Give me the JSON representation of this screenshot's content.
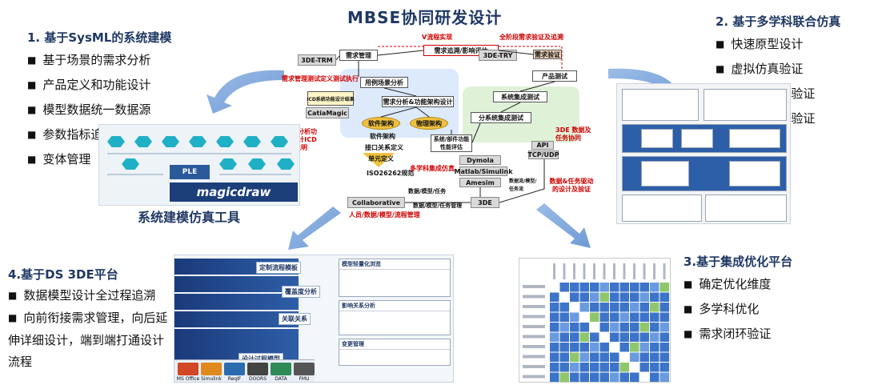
{
  "main_title": "MBSE协同研发设计",
  "section1": {
    "title": "1. 基于SysML的系统建模",
    "items": [
      "基于场景的需求分析",
      "产品定义和功能设计",
      "模型数据统一数据源",
      "参数指标追溯",
      "变体管理"
    ],
    "tool_caption": "系统建模仿真工具",
    "ple_label": "PLE",
    "magicdraw_label": "magicdraw"
  },
  "section2": {
    "title": "2. 基于多学科联合仿真",
    "items": [
      "快速原型设计",
      "虚拟仿真验证",
      "接口一致性验证",
      "形式化需求验证"
    ]
  },
  "section3": {
    "title": "3.基于集成优化平台",
    "items": [
      "确定优化维度",
      "多学科优化",
      "需求闭环验证"
    ]
  },
  "section4": {
    "title": "4.基于DS 3DE平台",
    "items": [
      "数据模型设计全过程追溯",
      "向前衔接需求管理，向后延伸详细设计，端到端打通设计流程"
    ],
    "labels": [
      "定制流程模板",
      "覆盖度分析",
      "关联关系",
      "设计过程模型"
    ],
    "shots": [
      "模型轻量化浏览",
      "影响关系分析",
      "变更管理"
    ],
    "tools": [
      "MS Office",
      "Simulink",
      "ReqIF",
      "DOORS",
      "DATA Magic",
      "FMU"
    ]
  },
  "diagram": {
    "v_flow": "V流程实现",
    "full_stage": "全阶段需求验证及追溯",
    "trace_eval": "需求追溯/影响评估",
    "req_mgmt": "需求管理",
    "trm": "3DE-TRM",
    "try": "3DE-TRY",
    "req_verify": "需求验证",
    "product_test": "产品测试",
    "use_case": "用例场景分析",
    "req_arch": "需求分析&功能架构设计",
    "sys_test": "系统集成测试",
    "subsys_test": "分系统集成测试",
    "sw_arch": "软件架构",
    "hw_arch": "物理架构",
    "sys_eval": "系统/部件功能性能评估",
    "req_note": "需求管理测试定义测试执行",
    "icd_note": "ICD系统功能设计结果",
    "catia": "CatiaMagic",
    "req_analysis": "需求分析功能设计ICD说明",
    "sw_arch2": "软件架构",
    "sw_lib": "接口关系定义",
    "unit": "单元定义",
    "iso": "ISO26262规范",
    "multi_sim": "多学科集成仿真",
    "dymola": "Dymola",
    "matlab": "Matlab/Simulink",
    "amesim": "Amesim",
    "api": "API",
    "tcp": "TCP/UDP",
    "de3_data": "3DE 数据及任务协同",
    "data_task": "数据&任务驱动的设计及验证",
    "data_model": "数据/模型/任务",
    "data_model2": "数据/模型/任务管理",
    "collab": "Collaborative",
    "collab_sub": "人员/数据/模型/流程管理",
    "de3": "3DE",
    "data_model3": "数据流/模型/任务流"
  }
}
